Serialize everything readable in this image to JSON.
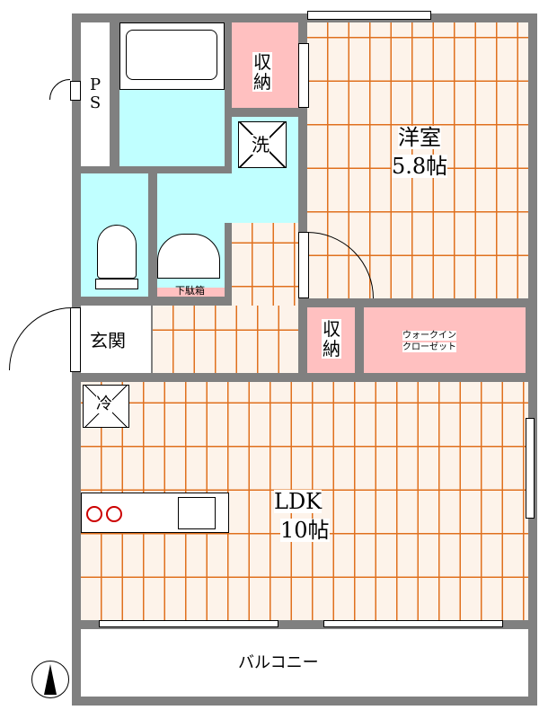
{
  "rooms": {
    "ps": "PS",
    "storage_top": "収納",
    "washer": "洗",
    "western_room": {
      "name": "洋室",
      "size": "5.8帖"
    },
    "shoe_box": "下駄箱",
    "entrance": "玄関",
    "storage_middle": "収納",
    "walk_in_closet": {
      "line1": "ウォークイン",
      "line2": "クローゼット"
    },
    "fridge": "冷",
    "ldk": {
      "name": "LDK",
      "size": "10帖"
    },
    "balcony": "バルコニー"
  },
  "colors": {
    "wall": "#808080",
    "wet_area": "#c0ffff",
    "storage": "#ffc0c0",
    "floor_line": "#e0701e"
  }
}
